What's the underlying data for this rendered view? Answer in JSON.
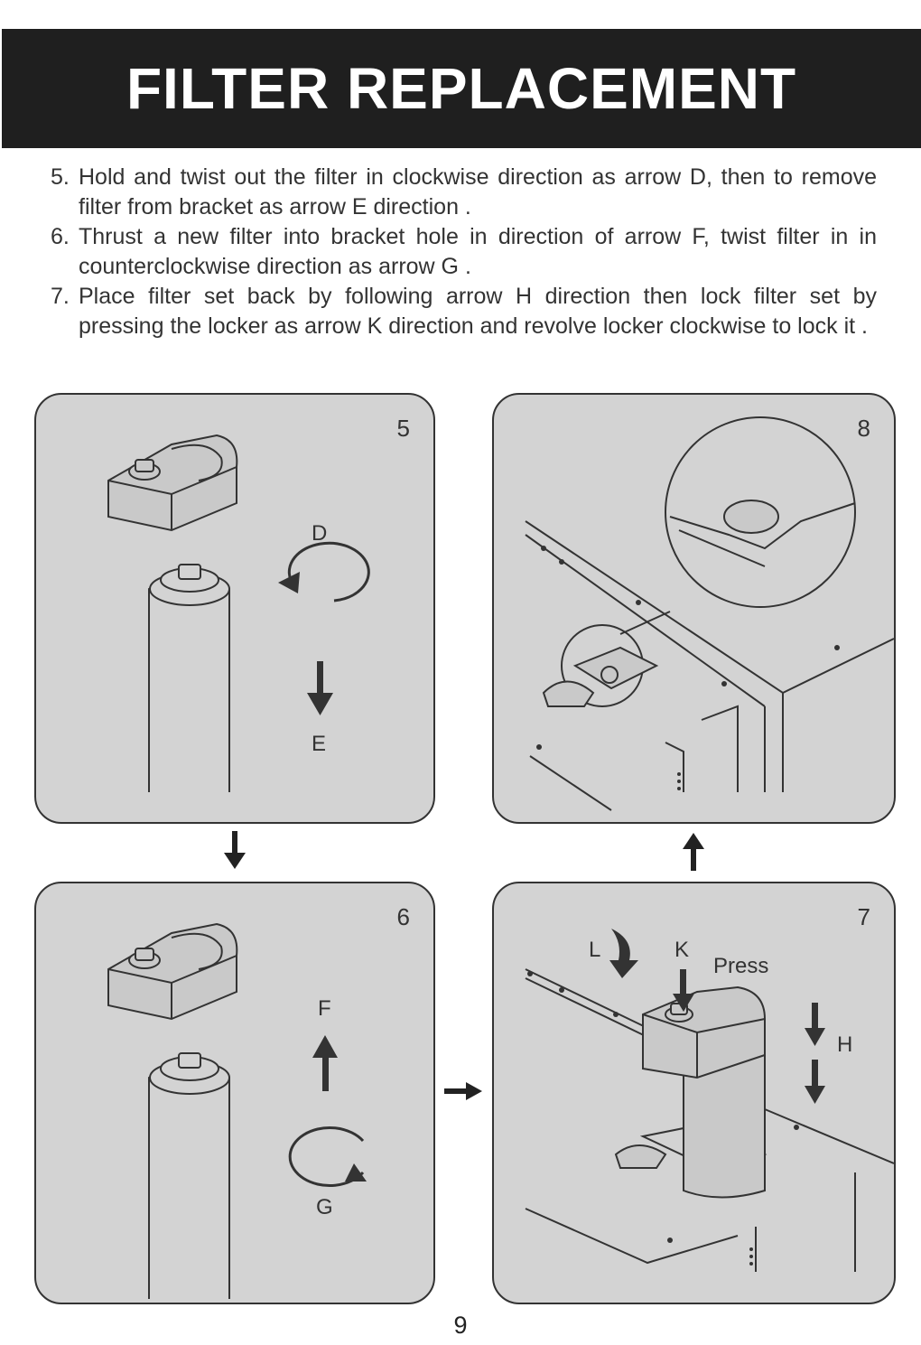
{
  "header": {
    "title": "FILTER REPLACEMENT"
  },
  "steps": [
    {
      "num": "5.",
      "text": "Hold and twist out the filter in clockwise direction as arrow D, then to remove filter from bracket as arrow E direction ."
    },
    {
      "num": "6.",
      "text": "Thrust a new filter into bracket hole in direction of arrow F, twist filter in in counterclockwise direction as arrow G ."
    },
    {
      "num": "7.",
      "text": "Place filter set back by following arrow H direction then lock filter set by pressing the locker as arrow K direction and revolve locker clockwise to lock it ."
    }
  ],
  "panels": {
    "p5": {
      "number": "5",
      "arrow_d": "D",
      "arrow_e": "E"
    },
    "p8": {
      "number": "8"
    },
    "p6": {
      "number": "6",
      "arrow_f": "F",
      "arrow_g": "G"
    },
    "p7": {
      "number": "7",
      "arrow_l": "L",
      "arrow_k": "K",
      "press": "Press",
      "arrow_h": "H"
    }
  },
  "page_number": "9"
}
